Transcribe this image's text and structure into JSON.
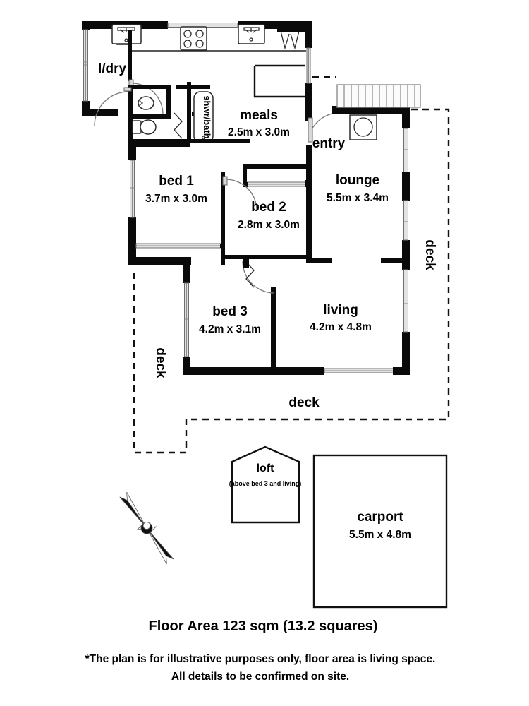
{
  "plan": {
    "title": "Floor Area 123 sqm (13.2 squares)",
    "disclaimer_line1": "*The plan is for illustrative purposes only, floor area is living space.",
    "disclaimer_line2": "All details to be confirmed on site."
  },
  "rooms": [
    {
      "id": "ldry",
      "name": "l/dry",
      "dimensions": ""
    },
    {
      "id": "bath",
      "name": "shwr/bath",
      "dimensions": ""
    },
    {
      "id": "meals",
      "name": "meals",
      "dimensions": "2.5m x 3.0m"
    },
    {
      "id": "entry",
      "name": "entry",
      "dimensions": ""
    },
    {
      "id": "lounge",
      "name": "lounge",
      "dimensions": "5.5m x 3.4m"
    },
    {
      "id": "bed1",
      "name": "bed 1",
      "dimensions": "3.7m x 3.0m"
    },
    {
      "id": "bed2",
      "name": "bed 2",
      "dimensions": "2.8m x 3.0m"
    },
    {
      "id": "bed3",
      "name": "bed 3",
      "dimensions": "4.2m x 3.1m"
    },
    {
      "id": "living",
      "name": "living",
      "dimensions": "4.2m x 4.8m"
    },
    {
      "id": "loft",
      "name": "loft",
      "dimensions": "",
      "note": "(above bed 3 and living)"
    },
    {
      "id": "carport",
      "name": "carport",
      "dimensions": "5.5m x 4.8m"
    }
  ],
  "decks": [
    {
      "id": "deck-east",
      "name": "deck"
    },
    {
      "id": "deck-west",
      "name": "deck"
    },
    {
      "id": "deck-south",
      "name": "deck"
    }
  ],
  "compass": {
    "name": "compass-rose"
  },
  "colors": {
    "wall": "#0a0a0a",
    "background": "#ffffff",
    "glazing": "#e2e2e2",
    "text": "#000000"
  }
}
